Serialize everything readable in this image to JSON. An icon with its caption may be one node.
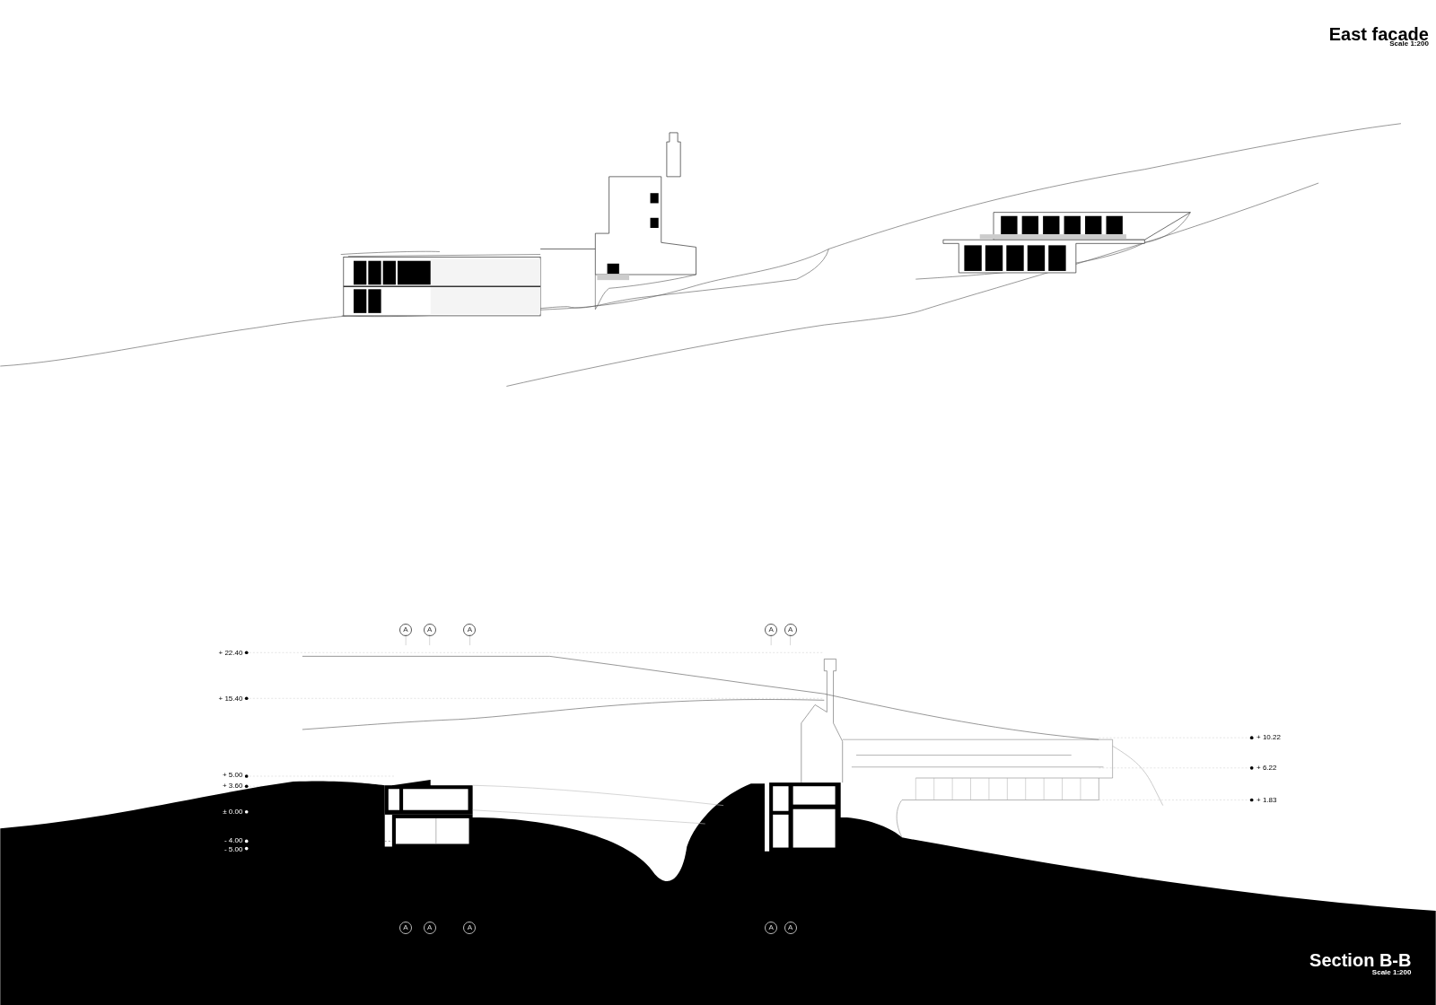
{
  "diagram": {
    "nodes": [
      {
        "text": [
          "A"
        ]
      },
      {
        "text": [
          "A"
        ]
      },
      {
        "text": [
          "A"
        ]
      },
      {
        "text": [
          "A"
        ]
      },
      {
        "text": [
          "A"
        ]
      },
      {
        "text": [
          "A"
        ]
      },
      {
        "text": [
          "A"
        ]
      },
      {
        "text": [
          "A"
        ]
      },
      {
        "text": [
          "A"
        ]
      },
      {
        "text": [
          "A"
        ]
      }
    ],
    "labels": [
      "East facade",
      "Scale 1:200",
      "+ 22.40",
      "+ 15.40",
      "+ 5.00",
      "+ 3.60",
      "± 0.00",
      "- 4.00",
      "- 5.00",
      "+ 10.22",
      "+ 6.22",
      "+ 1.83",
      "Section B-B",
      "Scale 1:200"
    ]
  }
}
